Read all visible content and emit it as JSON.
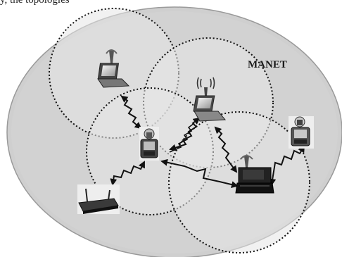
{
  "header": {
    "caption": "y, the topologies"
  },
  "diagram": {
    "network_label": "MANET",
    "nodes": [
      {
        "id": "laptop-top-left",
        "icon": "laptop-with-antenna-icon"
      },
      {
        "id": "laptop-center-top",
        "icon": "laptop-with-signal-icon"
      },
      {
        "id": "pda-center-left",
        "icon": "pda-device-icon"
      },
      {
        "id": "pda-right",
        "icon": "pda-device-icon"
      },
      {
        "id": "laptop-bottom-right",
        "icon": "laptop-with-antenna-icon"
      },
      {
        "id": "router-bottom-left",
        "icon": "wireless-router-icon"
      }
    ],
    "links": [
      [
        "laptop-top-left",
        "pda-center-left"
      ],
      [
        "laptop-center-top",
        "pda-center-left"
      ],
      [
        "laptop-center-top",
        "laptop-bottom-right"
      ],
      [
        "pda-center-left",
        "laptop-bottom-right"
      ],
      [
        "pda-center-left",
        "router-bottom-left"
      ],
      [
        "pda-right",
        "laptop-bottom-right"
      ]
    ],
    "colors": {
      "background_ellipse": "#cfcfcf",
      "coverage_circle": "#e9e9e9",
      "link": "#111111",
      "antenna": "#555555"
    }
  }
}
